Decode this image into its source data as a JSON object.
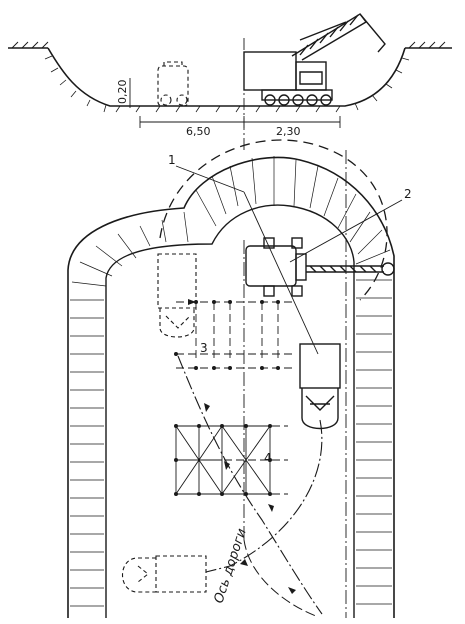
{
  "section": {
    "depth_label": "0,20",
    "width_left_label": "6,50",
    "width_right_label": "2,30"
  },
  "plan": {
    "callouts": [
      "1",
      "2",
      "3",
      "4"
    ],
    "road_axis_label": "Ось дороги"
  },
  "colors": {
    "ink": "#1a1a1a",
    "background": "#ffffff"
  }
}
